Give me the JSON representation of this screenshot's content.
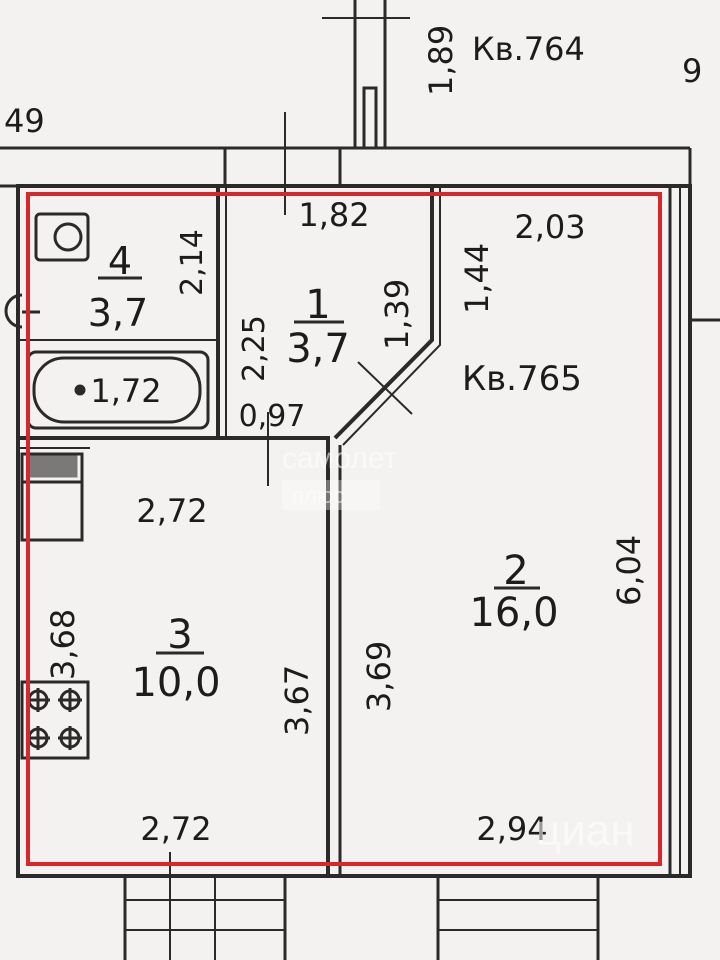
{
  "neighbor": {
    "label": "Кв.764"
  },
  "apartment": {
    "label": "Кв.765"
  },
  "rooms": [
    {
      "id": "room-1",
      "number": "1",
      "area": "3,7"
    },
    {
      "id": "room-2",
      "number": "2",
      "area": "16,0"
    },
    {
      "id": "room-3",
      "number": "3",
      "area": "10,0"
    },
    {
      "id": "room-4",
      "number": "4",
      "area": "3,7"
    }
  ],
  "dimensions": {
    "top_neighbor": "1,89",
    "top_left_edge": "49",
    "top_right_edge": "9",
    "hall_width": "1,82",
    "room2_top": "2,03",
    "hall_wall_diag": "1,44",
    "hall_diag": "1,39",
    "bath_height": "2,14",
    "bath_wall": "2,25",
    "bathtub_length": "1,72",
    "hall_bottom": "0,97",
    "kitchen_top": "2,72",
    "kitchen_bottom": "2,72",
    "kitchen_left": "3,68",
    "kitchen_right": "3,67",
    "room2_left": "3,69",
    "room2_right": "6,04",
    "room2_bottom": "2,94"
  },
  "watermark": {
    "brand_line1": "самолет",
    "brand_line2": "плюс",
    "site": "циан"
  },
  "colors": {
    "boundary": "#d9262b",
    "wall": "#2a2a2a",
    "paper": "#f4f2f0"
  }
}
